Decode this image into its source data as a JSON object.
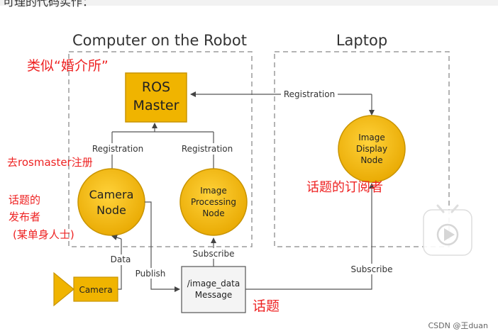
{
  "header": {
    "cut_text": "可理的代码实作："
  },
  "diagram": {
    "robot_group_title": "Computer on the Robot",
    "laptop_group_title": "Laptop",
    "ros_master": {
      "line1": "ROS",
      "line2": "Master"
    },
    "camera_node": {
      "line1": "Camera",
      "line2": "Node"
    },
    "image_processing_node": {
      "line1": "Image",
      "line2": "Processing",
      "line3": "Node"
    },
    "image_display_node": {
      "line1": "Image",
      "line2": "Display",
      "line3": "Node"
    },
    "camera_device": "Camera",
    "topic_message": {
      "line1": "/image_data",
      "line2": "Message"
    },
    "edges": {
      "registration_camera": "Registration",
      "registration_processing": "Registration",
      "registration_display": "Registration",
      "data": "Data",
      "publish": "Publish",
      "subscribe_processing": "Subscribe",
      "subscribe_display": "Subscribe"
    }
  },
  "annotations": {
    "master_note": "类似“婚介所”",
    "rosmaster_note": "去rosmaster注册",
    "publisher_line1": "话题的",
    "publisher_line2": "发布者",
    "publisher_line3": "(某单身人士)",
    "subscriber_note": "话题的订阅者",
    "topic_note": "话题"
  },
  "watermark": "CSDN @王duan",
  "colors": {
    "node_fill": "#f0b400",
    "node_stroke": "#c99400",
    "annotation_red": "#ee2222",
    "dashed_border": "#9b9b9b"
  },
  "icons": {
    "play_overlay": "play-icon"
  }
}
